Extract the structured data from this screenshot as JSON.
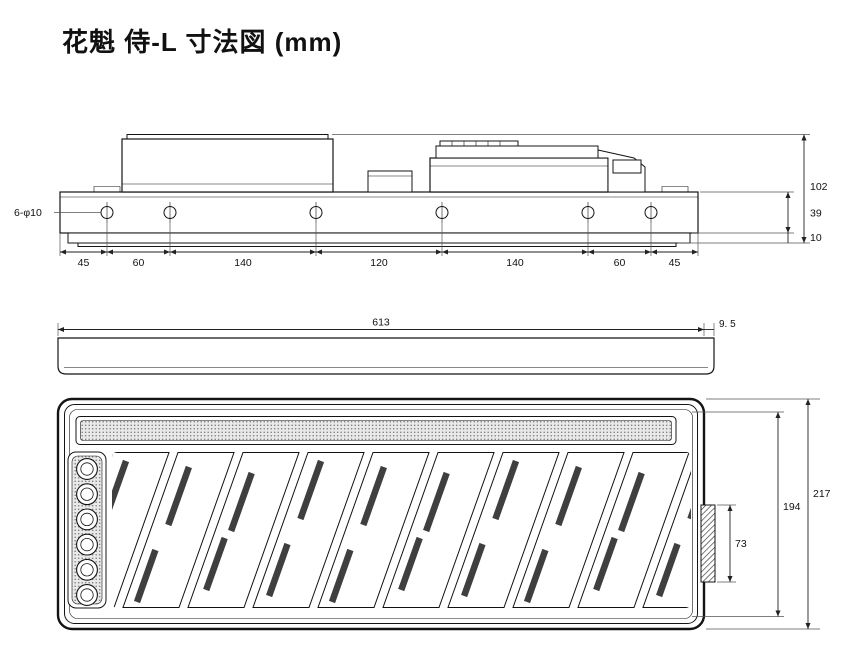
{
  "title": "花魁 侍-L 寸法図 (mm)",
  "accent_color": "#141414",
  "side_view": {
    "hole_label": "6-φ10",
    "chain_dims": [
      "45",
      "60",
      "140",
      "120",
      "140",
      "60",
      "45"
    ],
    "dim_total_height": "102",
    "dim_plate_height": "39",
    "dim_lip_height": "10"
  },
  "top_view": {
    "dim_width": "613",
    "dim_overhang": "9. 5",
    "dim_total_height": "217",
    "dim_inner_height": "194",
    "dim_bracket": "73"
  }
}
